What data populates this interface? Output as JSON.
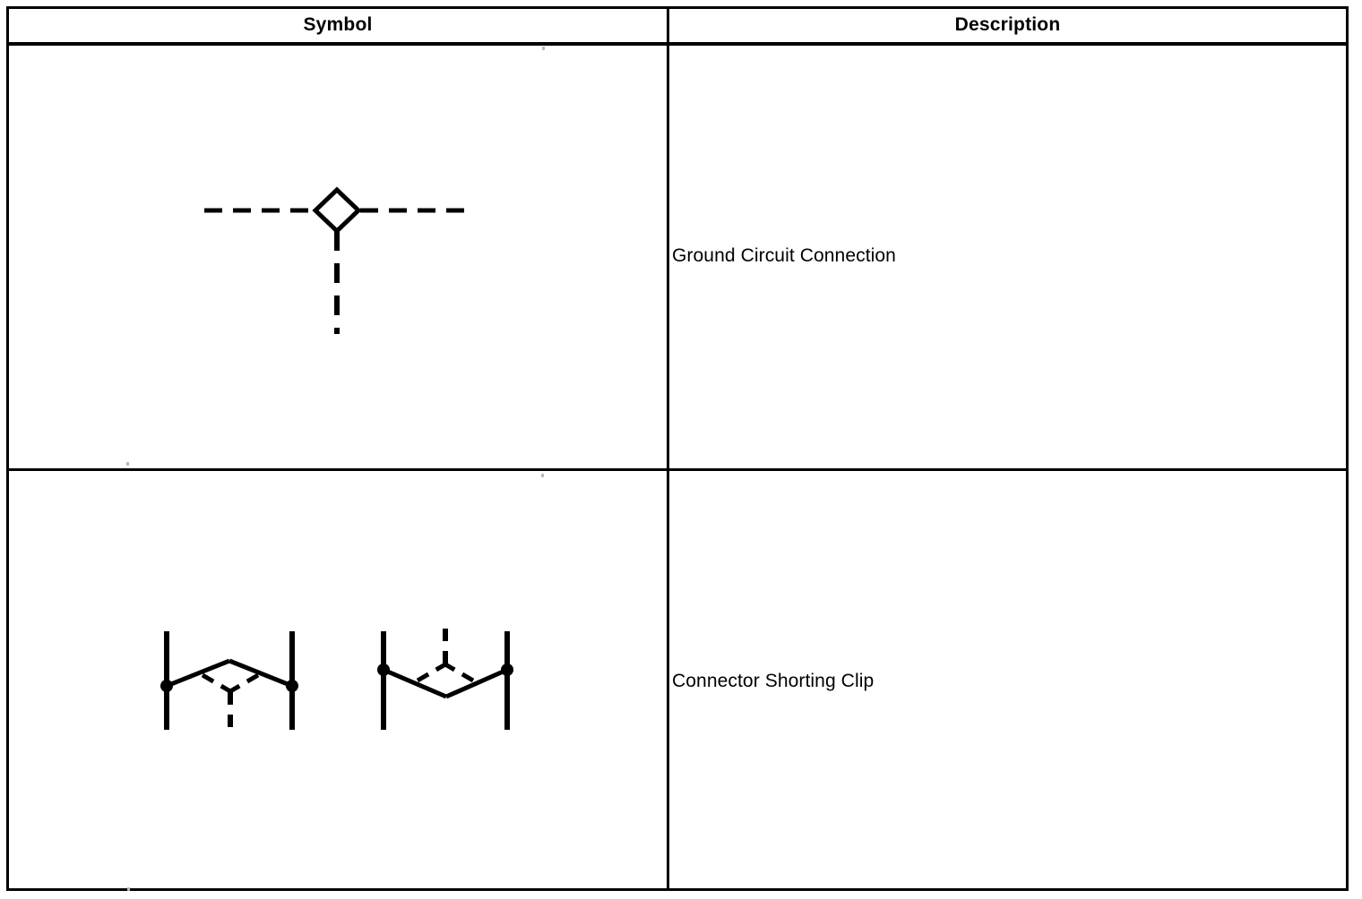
{
  "document": {
    "type": "symbol-legend-table",
    "title_visible": false
  },
  "table": {
    "columns": [
      {
        "key": "symbol",
        "label": "Symbol"
      },
      {
        "key": "description",
        "label": "Description"
      }
    ],
    "rows": [
      {
        "symbol_name": "ground-circuit-connection-symbol",
        "description": "Ground Circuit Connection",
        "symbol_elements": [
          "dashed horizontal line left",
          "open diamond",
          "dashed horizontal line right",
          "dashed vertical line down"
        ]
      },
      {
        "symbol_name": "connector-shorting-clip-symbol",
        "description": "Connector Shorting Clip",
        "symbol_elements": [
          "two vertical terminal bars with contact dots",
          "solid clip arms peaking upward",
          "dashed V with dashed vertical lead downward",
          "mirrored variant: solid clip arms dipping downward",
          "mirrored variant: dashed V with dashed vertical lead upward"
        ]
      }
    ]
  },
  "style": {
    "line_color": "#000000",
    "background_color": "#ffffff",
    "border_color": "#000000"
  }
}
